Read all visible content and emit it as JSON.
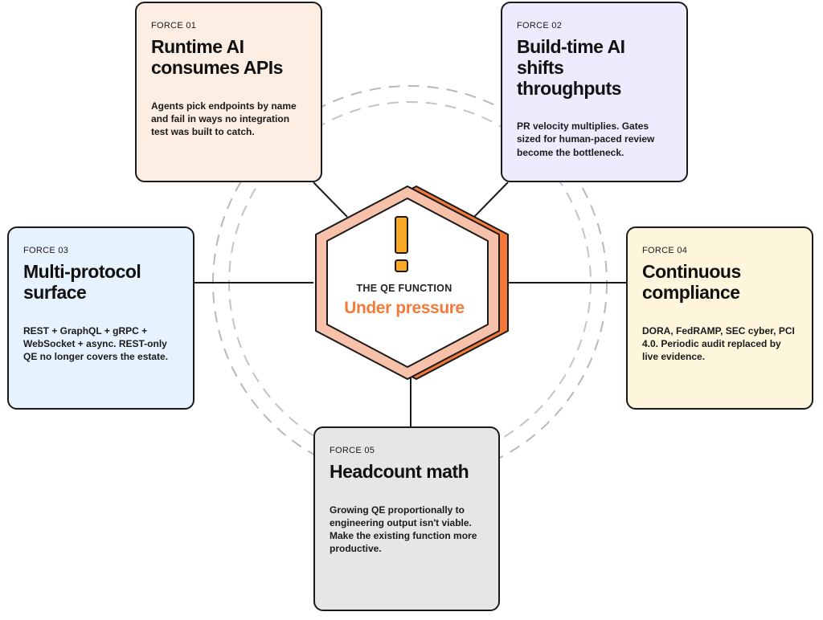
{
  "hub": {
    "label": "THE QE FUNCTION",
    "status": "Under pressure",
    "alert_icon": "exclamation-icon",
    "accent_color": "#f47a3a"
  },
  "forces": [
    {
      "eyebrow": "FORCE 01",
      "title": "Runtime AI consumes APIs",
      "description": "Agents pick endpoints by name and fail in ways no integration test was built to catch.",
      "background": "#fdeee3"
    },
    {
      "eyebrow": "FORCE 02",
      "title": "Build-time AI shifts throughputs",
      "description": "PR velocity multiplies. Gates sized for human-paced review become the bottleneck.",
      "background": "#efeafc"
    },
    {
      "eyebrow": "FORCE 03",
      "title": "Multi-protocol surface",
      "description": "REST + GraphQL + gRPC + WebSocket + async. REST-only QE no longer covers the estate.",
      "background": "#e6f2fd"
    },
    {
      "eyebrow": "FORCE 04",
      "title": "Continuous compliance",
      "description": "DORA, FedRAMP, SEC cyber, PCI 4.0. Periodic audit replaced by live evidence.",
      "background": "#fdf6dc"
    },
    {
      "eyebrow": "FORCE 05",
      "title": "Headcount math",
      "description": "Growing QE proportionally to engineering output isn't viable. Make the existing function more productive.",
      "background": "#e6e6e6"
    }
  ]
}
